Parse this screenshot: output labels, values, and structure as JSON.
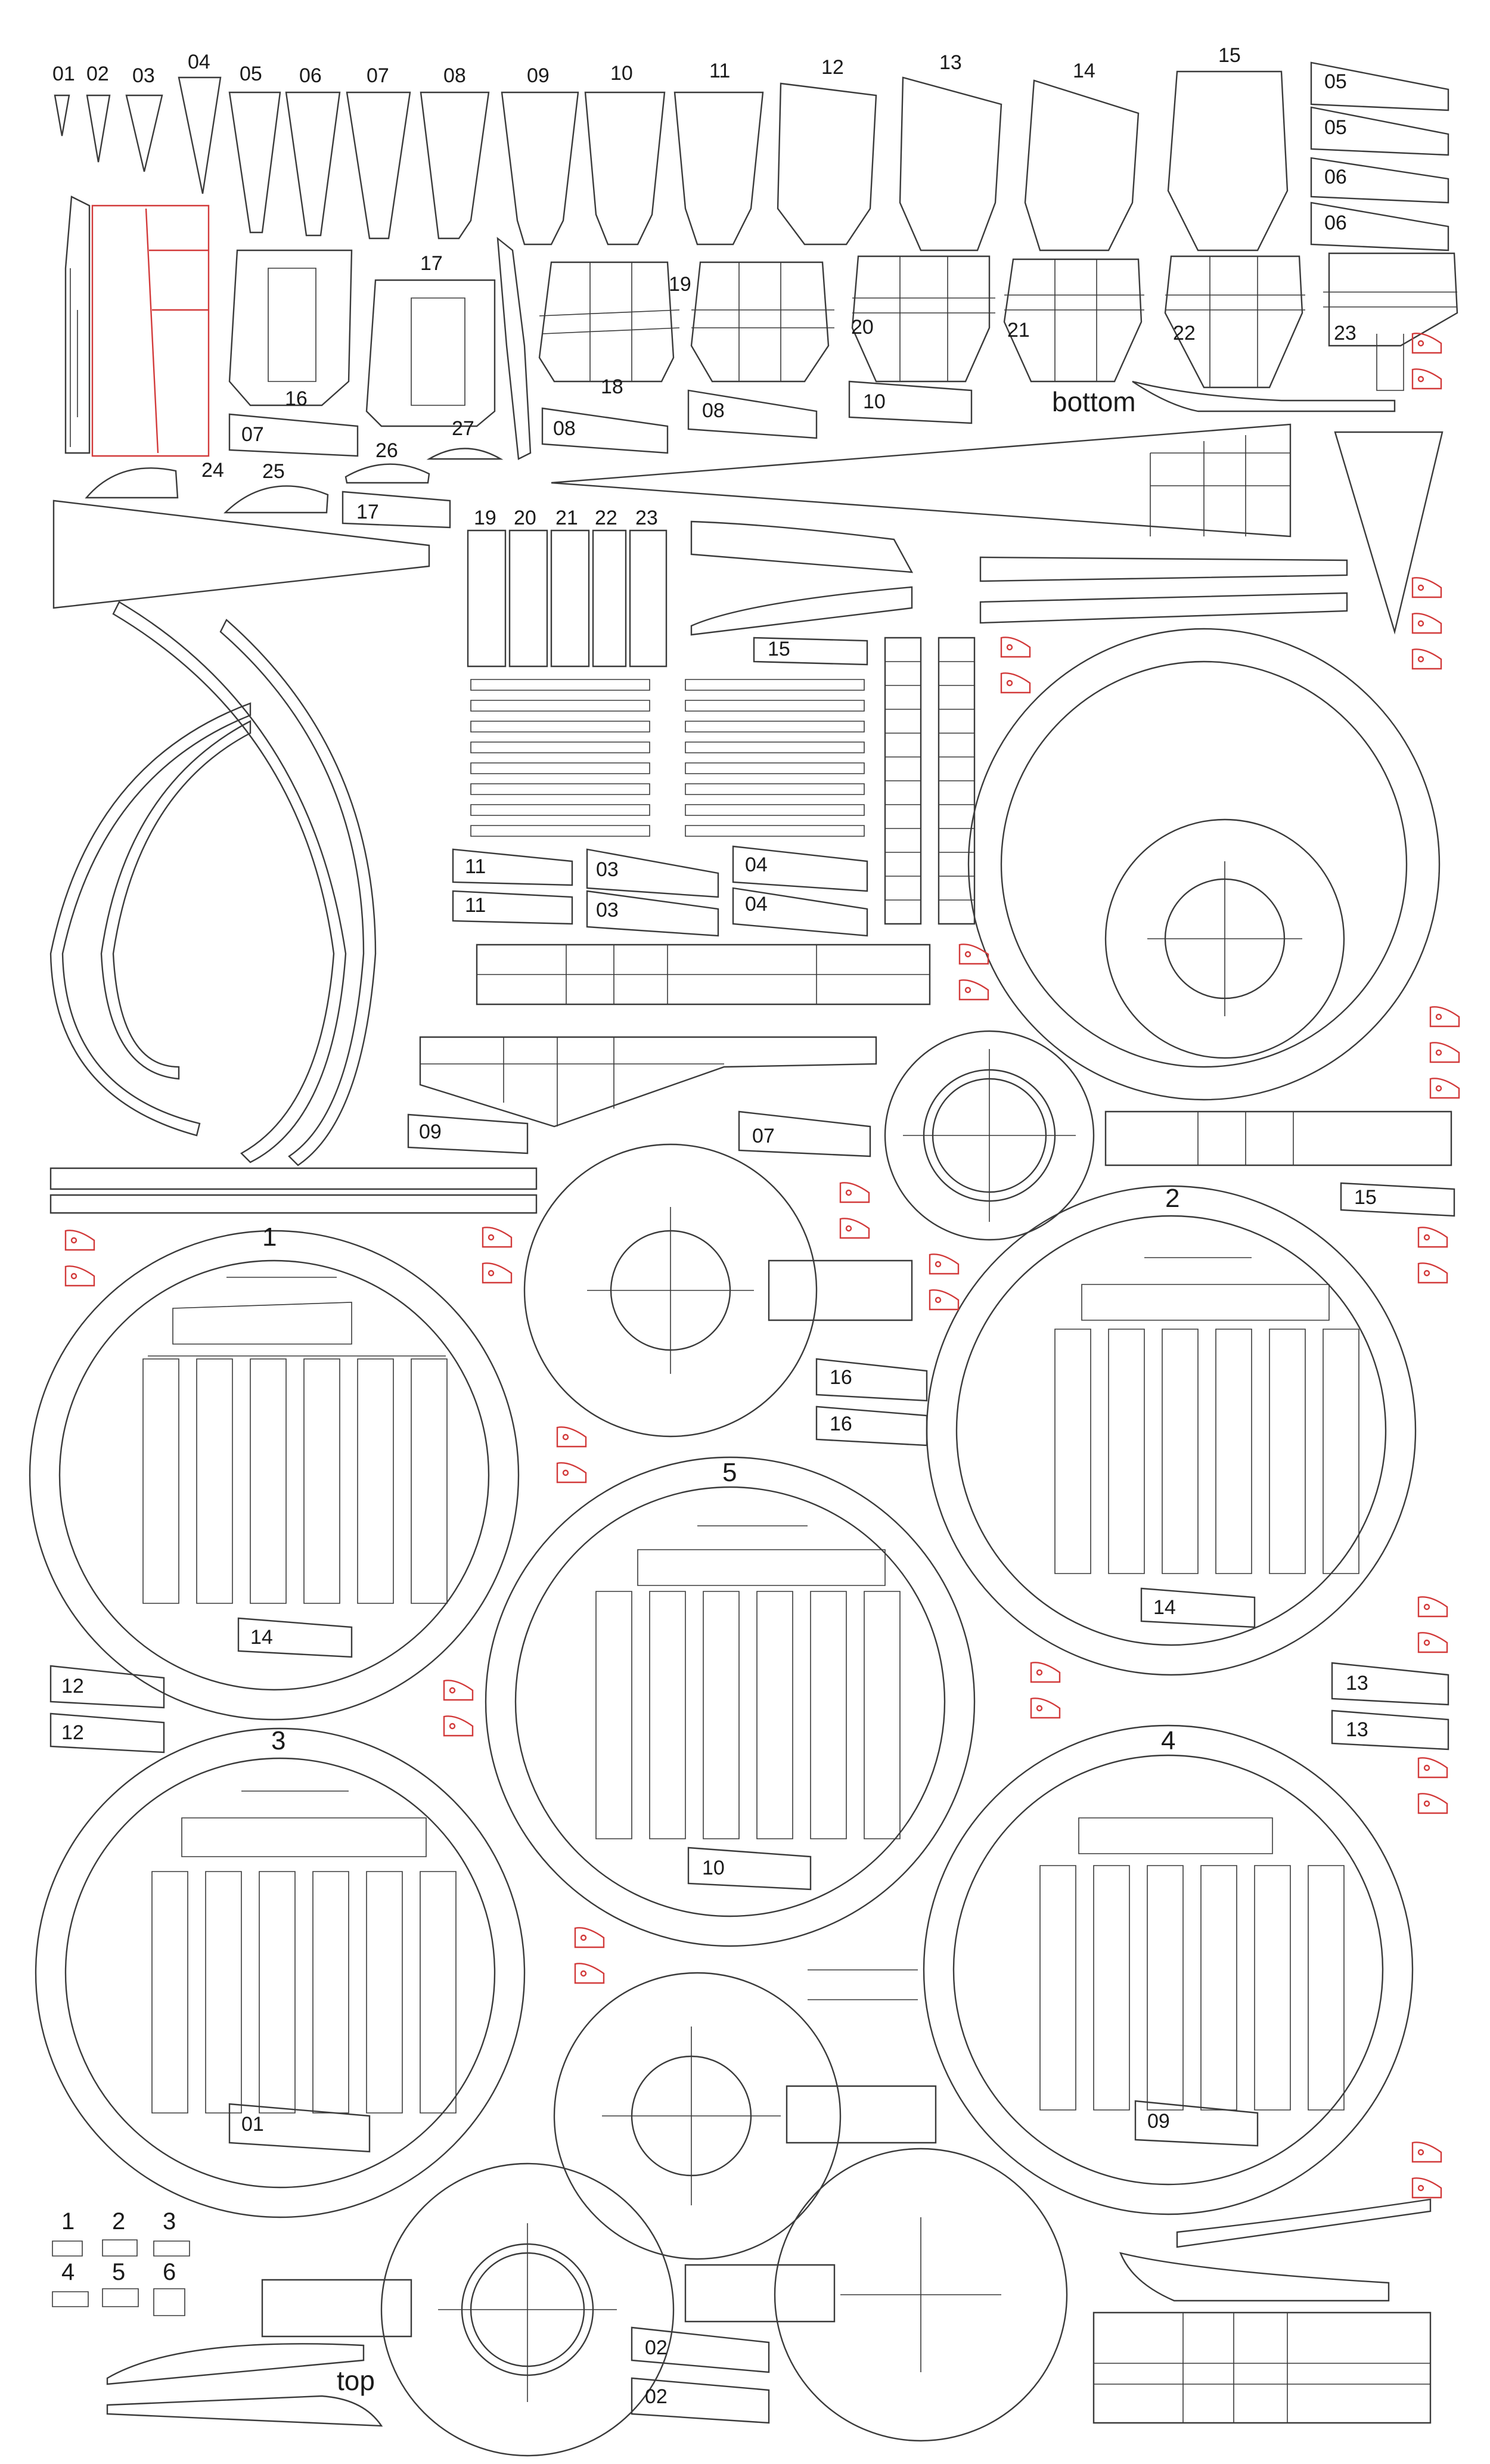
{
  "sheet": {
    "labels": {
      "top_row": [
        "01",
        "02",
        "03",
        "04",
        "05",
        "06",
        "07",
        "08",
        "09",
        "10",
        "11",
        "12",
        "13",
        "14",
        "15"
      ],
      "side_strips_right": [
        "05",
        "05",
        "06",
        "06"
      ],
      "frames_row": [
        "16",
        "17",
        "18",
        "19",
        "20",
        "21",
        "22",
        "23"
      ],
      "small_parts_row": [
        "24",
        "25",
        "26",
        "27"
      ],
      "upper_strips": [
        "07",
        "17",
        "08",
        "08",
        "10"
      ],
      "column_labels": [
        "19",
        "20",
        "21",
        "22",
        "23"
      ],
      "mid_strips": [
        "11",
        "11",
        "03",
        "03",
        "04",
        "04",
        "15",
        "09",
        "07",
        "15",
        "16",
        "16"
      ],
      "wheel_numbers": [
        "1",
        "2",
        "3",
        "4",
        "5"
      ],
      "wheel_strips": [
        "14",
        "14",
        "10",
        "01",
        "09"
      ],
      "side_strips_left": [
        "12",
        "12"
      ],
      "side_strips_right_lower": [
        "13",
        "13"
      ],
      "bottom_strips": [
        "02",
        "02"
      ],
      "legend_numbers": [
        "1",
        "2",
        "3",
        "4",
        "5",
        "6"
      ],
      "bottom_word": "bottom",
      "top_word": "top"
    },
    "colors": {
      "line": "#3a3a3a",
      "accent": "#d23a3a",
      "paper": "#ffffff"
    }
  }
}
